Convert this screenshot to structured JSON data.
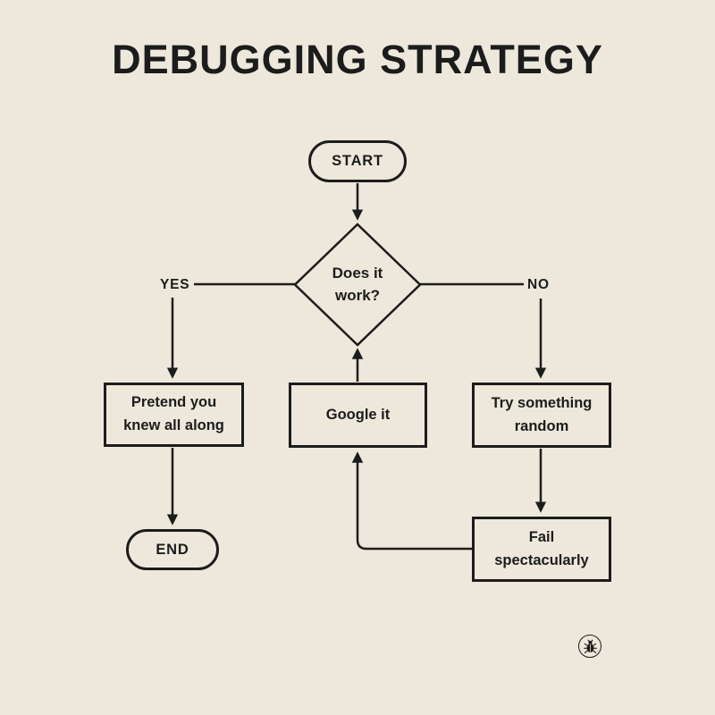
{
  "title": "DEBUGGING STRATEGY",
  "colors": {
    "background": "#EDE8DB",
    "ink": "#1C1C1C"
  },
  "nodes": {
    "start": {
      "label": "START",
      "type": "terminator"
    },
    "decision": {
      "label": "Does it work?",
      "type": "decision"
    },
    "pretend": {
      "label": "Pretend you knew all along",
      "type": "process"
    },
    "google": {
      "label": "Google it",
      "type": "process"
    },
    "random": {
      "label": "Try something random",
      "type": "process"
    },
    "fail": {
      "label": "Fail spectacularly",
      "type": "process"
    },
    "end": {
      "label": "END",
      "type": "terminator"
    }
  },
  "edge_labels": {
    "yes": "YES",
    "no": "NO"
  },
  "edges": [
    {
      "from": "start",
      "to": "decision",
      "label": ""
    },
    {
      "from": "decision",
      "to": "pretend",
      "label": "YES"
    },
    {
      "from": "pretend",
      "to": "end",
      "label": ""
    },
    {
      "from": "decision",
      "to": "random",
      "label": "NO"
    },
    {
      "from": "random",
      "to": "fail",
      "label": ""
    },
    {
      "from": "fail",
      "to": "google",
      "label": ""
    },
    {
      "from": "google",
      "to": "decision",
      "label": ""
    }
  ],
  "logo": {
    "icon": "bug-icon"
  }
}
